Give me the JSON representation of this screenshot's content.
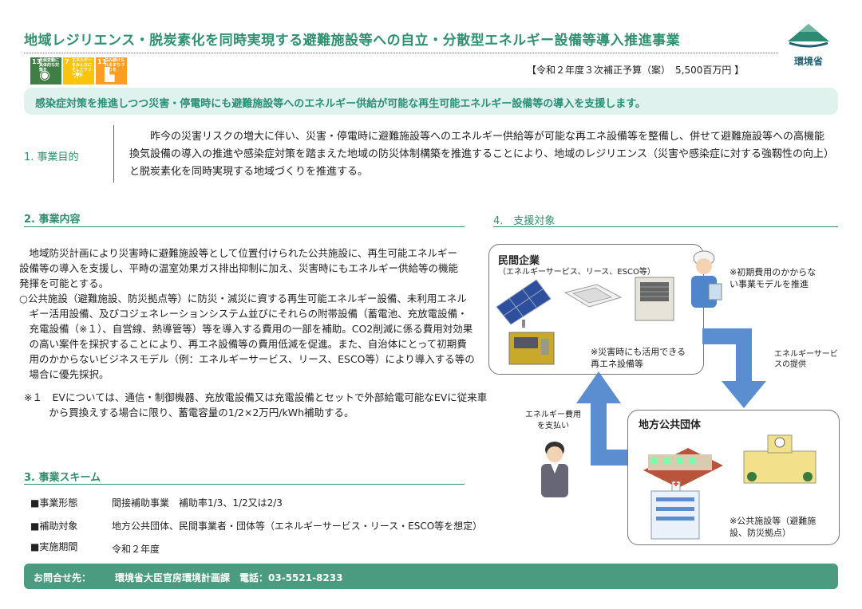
{
  "header": {
    "title": "地域レジリエンス・脱炭素化を同時実現する避難施設等への自立・分散型エネルギー設備等導入推進事業",
    "ministry": "環境省",
    "budget": "【令和２年度３次補正予算（案）　5,500百万円 】",
    "sdgs": [
      {
        "num": "13",
        "label": "気候変動に具体的な対策を",
        "color": "#3f7e44",
        "glyph": "◉"
      },
      {
        "num": "7",
        "label": "エネルギーをみんなにそしてクリーンに",
        "color": "#fcc30b",
        "glyph": "☀"
      },
      {
        "num": "11",
        "label": "住み続けられるまちづくりを",
        "color": "#fd9d24",
        "glyph": "▙"
      }
    ]
  },
  "banner": "感染症対策を推進しつつ災害・停電時にも避難施設等へのエネルギー供給が可能な再生可能エネルギー設備等の導入を支援します。",
  "purpose": {
    "heading": "1. 事業目的",
    "text": "昨今の災害リスクの増大に伴い、災害・停電時に避難施設等へのエネルギー供給等が可能な再エネ設備等を整備し、併せて避難施設等への高機能換気設備の導入の推進や感染症対策を踏まえた地域の防災体制構築を推進することにより、地域のレジリエンス（災害や感染症に対する強靱性の向上）と脱炭素化を同時実現する地域づくりを推進する。"
  },
  "content": {
    "heading": "2. 事業内容",
    "para1": "地域防災計画により災害時に避難施設等として位置付けられた公共施設に、再生可能エネルギー設備等の導入を支援し、平時の温室効果ガス排出抑制に加え、災害時にもエネルギー供給等の機能発揮を可能とする。",
    "para2": "○公共施設（避難施設、防災拠点等）に防災・減災に資する再生可能エネルギー設備、未利用エネルギー活用設備、及びコジェネレーションシステム並びにそれらの附帯設備（蓄電池、充放電設備・充電設備（※１）、自営線、熱導管等）等を導入する費用の一部を補助。CO2削減に係る費用対効果の高い案件を採択することにより、再エネ設備等の費用低減を促進。また、自治体にとって初期費用のかからないビジネスモデル（例：エネルギーサービス、リース、ESCO等）により導入する等の場合に優先採択。",
    "note_mark": "※１",
    "note": "EVについては、通信・制御機器、充放電設備又は充電設備とセットで外部給電可能なEVに従来車から買換えする場合に限り、蓄電容量の1/2×2万円/kWh補助する。"
  },
  "scheme": {
    "heading": "3. 事業スキーム",
    "rows": [
      {
        "label": "■事業形態",
        "value": "間接補助事業　補助率1/3、1/2又は2/3"
      },
      {
        "label": "■補助対象",
        "value": "地方公共団体、民間事業者・団体等（エネルギーサービス・リース・ESCO等を想定）"
      },
      {
        "label": "■実施期間",
        "value": "令和２年度"
      }
    ]
  },
  "support": {
    "heading": "4.　支援対象",
    "private": {
      "title": "民間企業",
      "sub": "（エネルギーサービス、リース、ESCO等）",
      "note1": "※初期費用のかからない事業モデルを推進",
      "note2": "※災害時にも活用できる再エネ設備等"
    },
    "arrow_right_label": "エネルギーサービスの提供",
    "arrow_left_label": "エネルギー費用を支払い",
    "public": {
      "title": "地方公共団体",
      "note": "※公共施設等（避難施設、防災拠点）"
    }
  },
  "footer": {
    "label": "お問合せ先：",
    "dept": "環境省大臣官房環境計画課　電話：03-5521-8233"
  },
  "colors": {
    "accent": "#2f8f6f",
    "banner_bg": "#dff2ee",
    "footer_bg": "#4a9b80",
    "arrow": "#5b8ed0"
  }
}
